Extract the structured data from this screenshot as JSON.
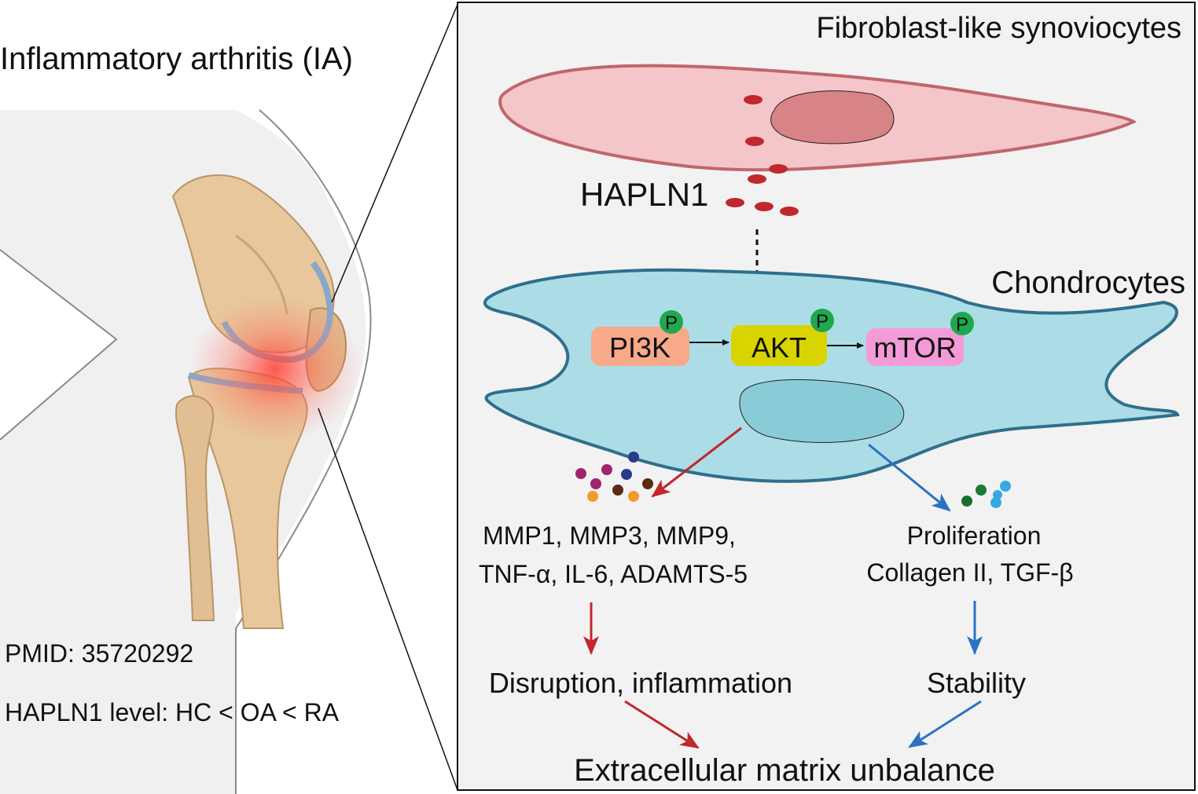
{
  "title": "Inflammatory arthritis (IA)",
  "pmid": "PMID: 35720292",
  "level": "HAPLN1 level: HC < OA < RA",
  "fls_label": "Fibroblast-like synoviocytes",
  "chondro_label": "Chondrocytes",
  "hapln1_label": "HAPLN1",
  "pathway": {
    "pi3k": "PI3K",
    "akt": "AKT",
    "mtor": "mTOR",
    "phospho": "P"
  },
  "left_branch": {
    "line1": "MMP1, MMP3, MMP9,",
    "line2": "TNF-α, IL-6, ADAMTS-5",
    "outcome": "Disruption, inflammation"
  },
  "right_branch": {
    "line1": "Proliferation",
    "line2": "Collagen II, TGF-β",
    "outcome": "Stability"
  },
  "final": "Extracellular matrix unbalance",
  "colors": {
    "red_arrow": "#c0282d",
    "blue_arrow": "#2a72c4",
    "fls_fill": "#f4c6c9",
    "fls_nucleus": "#d88386",
    "chondro_fill": "#acdde6",
    "chondro_stroke": "#2f6f8c",
    "pi3k_fill": "#f7a98a",
    "akt_fill": "#d9d400",
    "mtor_fill": "#f49ad8",
    "p_fill": "#1fa84f"
  }
}
